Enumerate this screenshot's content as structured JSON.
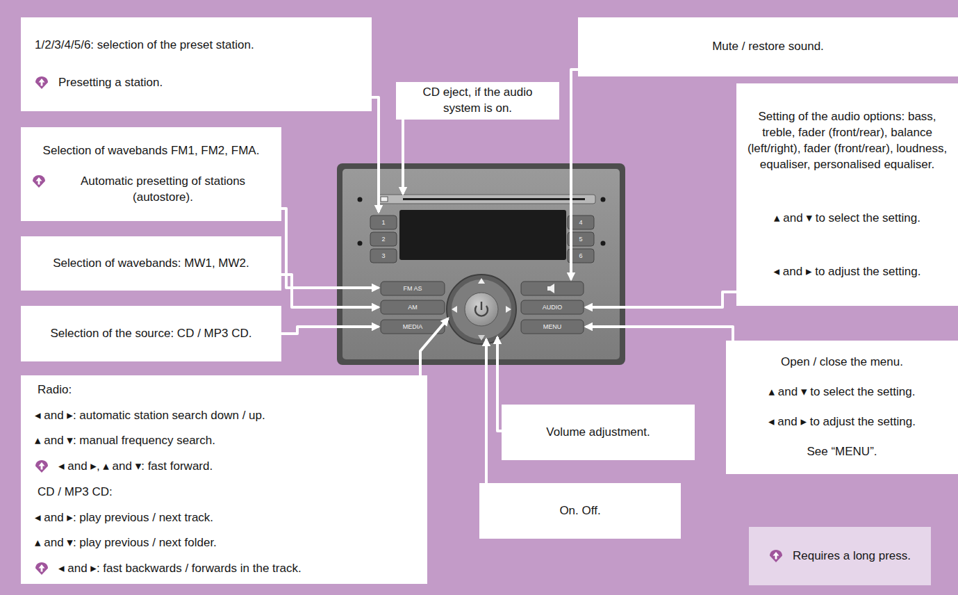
{
  "diagram": {
    "nodes": [
      {
        "text": [
          "1/2/3/4/5/6: selection of the preset station.",
          "Presetting a station."
        ]
      },
      {
        "text": [
          "CD eject, if the audio system is on."
        ]
      },
      {
        "text": [
          "Selection of wavebands FM1, FM2, FMA.",
          "Automatic presetting of stations (autostore)."
        ]
      },
      {
        "text": [
          "Selection of wavebands: MW1, MW2."
        ]
      },
      {
        "text": [
          "Selection of the source: CD / MP3 CD."
        ]
      },
      {
        "text": [
          "Radio:",
          "◂ and ▸: automatic station search down / up.",
          "▴ and ▾: manual frequency search.",
          "◂ and ▸, ▴ and ▾: fast forward.",
          "CD / MP3 CD:",
          "◂ and ▸: play previous / next track.",
          "▴ and ▾: play previous / next folder.",
          "◂ and ▸: fast backwards / forwards in the track."
        ]
      },
      {
        "text": [
          "Volume adjustment."
        ]
      },
      {
        "text": [
          "On. Off."
        ]
      },
      {
        "text": [
          "Mute / restore sound."
        ]
      },
      {
        "text": [
          "Setting of the audio options: bass, treble, fader (front/rear), balance (left/right), fader (front/rear), loudness, equaliser, personalised equaliser.",
          "▴ and ▾ to select the setting.",
          "◂ and ▸ to adjust the setting."
        ]
      },
      {
        "text": [
          "Open / close the menu.",
          "▴ and ▾ to select the setting.",
          "◂ and ▸ to adjust the setting.",
          "See “MENU”."
        ]
      },
      {
        "text": [
          "Requires a long press."
        ]
      }
    ],
    "labels": [
      "1",
      "2",
      "3",
      "4",
      "5",
      "6",
      "FM AS",
      "AM",
      "MEDIA",
      "AUDIO",
      "MENU"
    ]
  }
}
